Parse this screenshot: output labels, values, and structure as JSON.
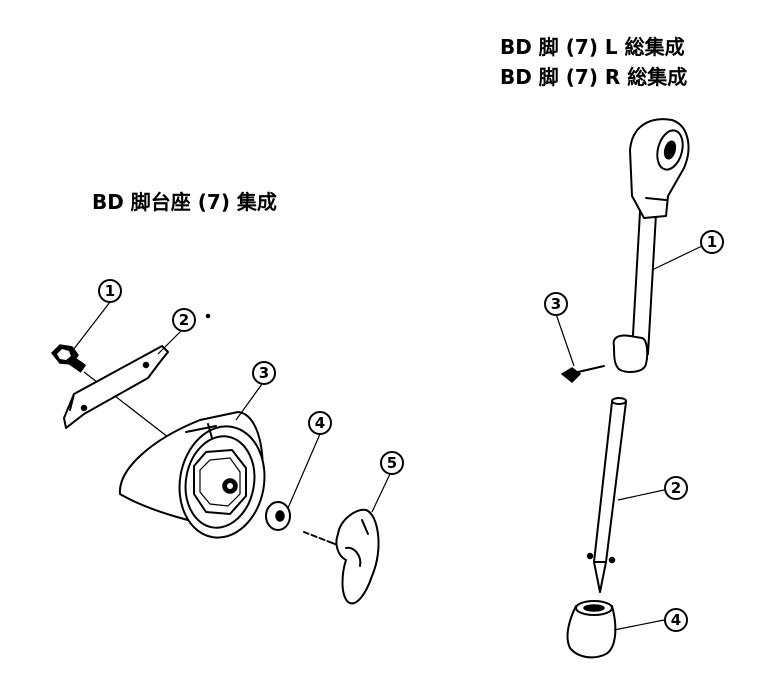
{
  "left_assembly": {
    "title": "BD 脚台座 (7) 集成",
    "callouts": [
      "1",
      "2",
      "3",
      "4",
      "5"
    ]
  },
  "right_assembly": {
    "title_line1": "BD 脚 (7) L 総集成",
    "title_line2": "BD 脚 (7) R 総集成",
    "callouts": [
      "1",
      "2",
      "3",
      "4"
    ]
  }
}
